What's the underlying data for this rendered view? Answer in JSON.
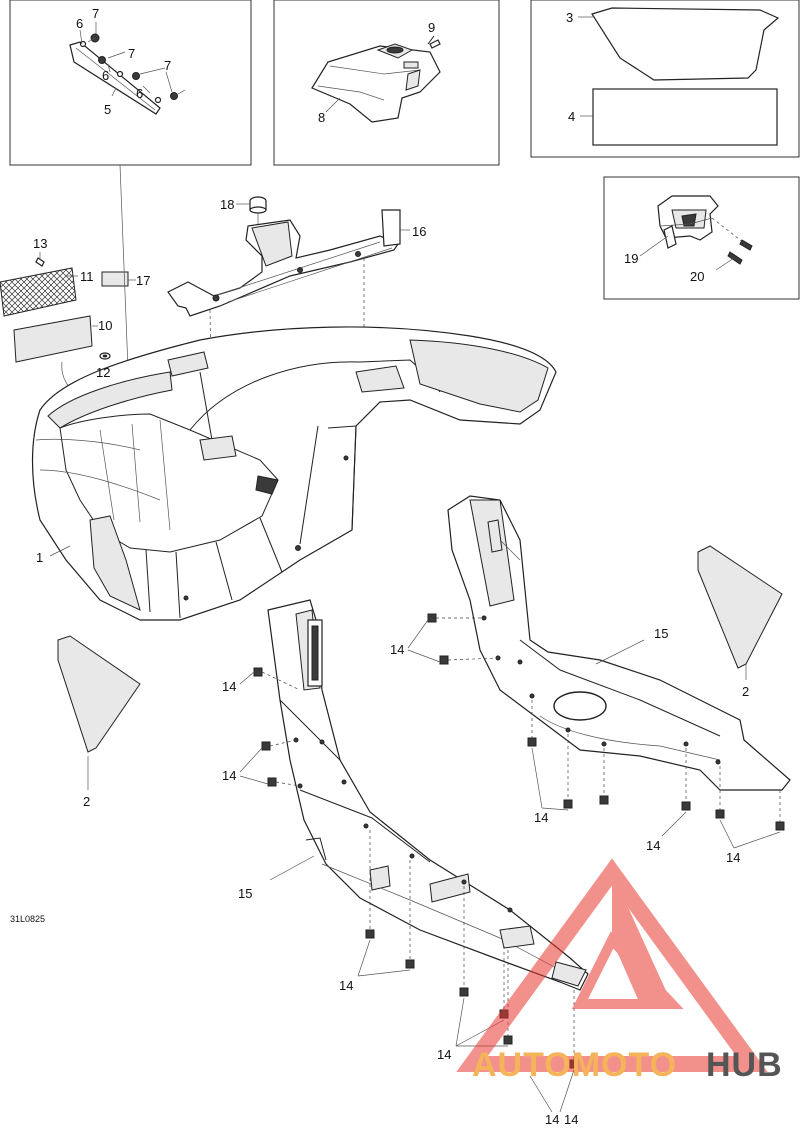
{
  "diagram_code": "31L0825",
  "watermark": {
    "brand_part1": "AUTOMOTO",
    "brand_part2": "HUB",
    "logo_color": "#e8362f",
    "part1_color": "#f5b45a",
    "part2_color": "#555555"
  },
  "callouts": {
    "c1": "1",
    "c2a": "2",
    "c2b": "2",
    "c3": "3",
    "c4": "4",
    "c5": "5",
    "c6a": "6",
    "c6b": "6",
    "c6c": "6",
    "c7a": "7",
    "c7b": "7",
    "c7c": "7",
    "c8": "8",
    "c9": "9",
    "c10": "10",
    "c11": "11",
    "c12": "12",
    "c13": "13",
    "c14a": "14",
    "c14b": "14",
    "c14c": "14",
    "c14d": "14",
    "c14e": "14",
    "c14f": "14",
    "c14g": "14",
    "c14h": "14",
    "c14i": "14",
    "c14j": "14",
    "c15a": "15",
    "c15b": "15",
    "c16": "16",
    "c17": "17",
    "c18": "18",
    "c19": "19",
    "c20": "20"
  }
}
